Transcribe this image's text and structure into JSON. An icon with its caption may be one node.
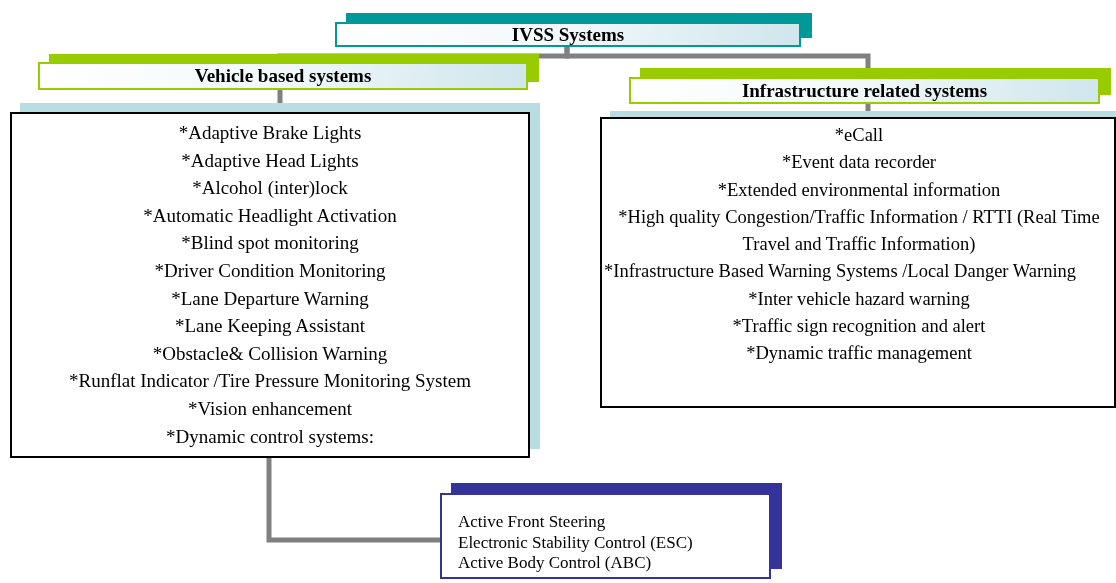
{
  "diagram": {
    "nodes": [
      {
        "text": [
          "IVSS Systems"
        ]
      },
      {
        "text": [
          "Vehicle based systems"
        ]
      },
      {
        "text": [
          "*Adaptive Brake Lights",
          "*Adaptive Head Lights",
          "*Alcohol (inter)lock",
          "*Automatic Headlight Activation",
          "*Blind spot monitoring",
          "*Driver Condition Monitoring",
          "*Lane Departure Warning",
          "*Lane Keeping Assistant",
          "*Obstacle& Collision Warning",
          "*Runflat Indicator /Tire Pressure Monitoring System",
          "*Vision enhancement",
          "*Dynamic control systems:"
        ]
      },
      {
        "text": [
          "Infrastructure related systems"
        ]
      },
      {
        "text": [
          "*eCall",
          "*Event data recorder",
          "*Extended environmental information",
          "*High quality Congestion/Traffic Information / RTTI (Real Time Travel and Traffic Information)",
          "*Infrastructure Based Warning Systems /Local Danger Warning",
          "*Inter vehicle hazard warning",
          "*Traffic sign recognition and alert",
          "*Dynamic traffic management"
        ]
      },
      {
        "text": [
          "Active Front Steering",
          "Electronic Stability Control (ESC)",
          "Active Body Control (ABC)"
        ]
      }
    ],
    "edges": [
      {
        "from": 0,
        "to": 1,
        "arrow": "none"
      },
      {
        "from": 0,
        "to": 3,
        "arrow": "none"
      },
      {
        "from": 1,
        "to": 2,
        "arrow": "none"
      },
      {
        "from": 3,
        "to": 4,
        "arrow": "none"
      },
      {
        "from": 2,
        "to": 5,
        "arrow": "none"
      }
    ]
  }
}
